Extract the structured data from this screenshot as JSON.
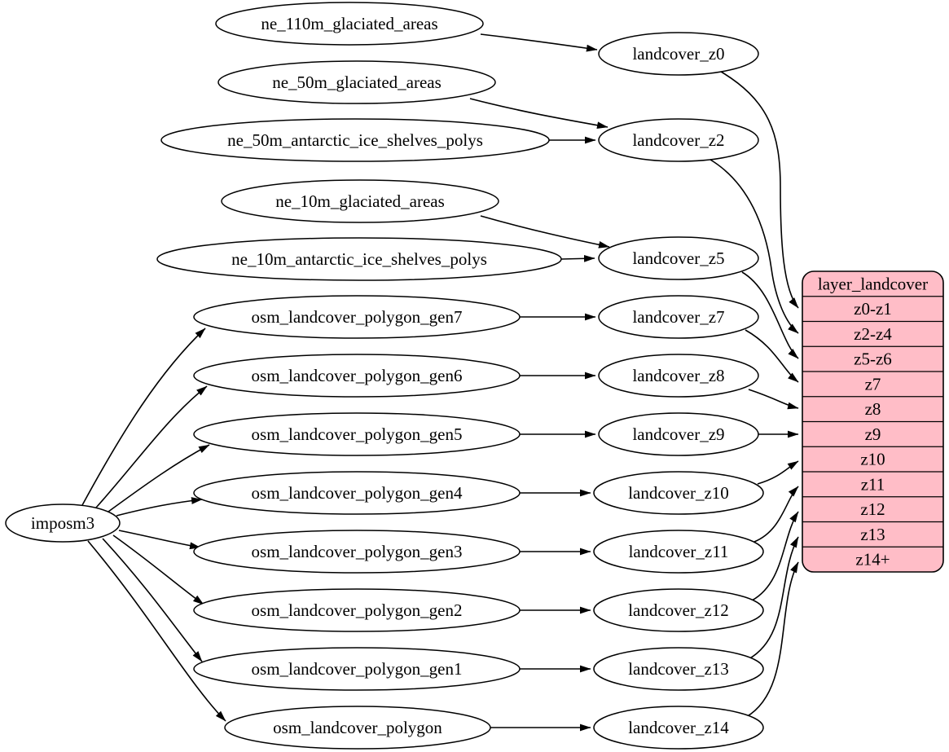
{
  "colors": {
    "background": "#ffffff",
    "node_fill": "#ffffff",
    "stroke": "#000000",
    "table_fill": "#ffbdc7",
    "edge_color": "#000000"
  },
  "nodes": {
    "imposm3": {
      "label": "imposm3"
    },
    "ne_110m_glaciated_areas": {
      "label": "ne_110m_glaciated_areas"
    },
    "ne_50m_glaciated_areas": {
      "label": "ne_50m_glaciated_areas"
    },
    "ne_50m_antarctic_ice_shelves_polys": {
      "label": "ne_50m_antarctic_ice_shelves_polys"
    },
    "ne_10m_glaciated_areas": {
      "label": "ne_10m_glaciated_areas"
    },
    "ne_10m_antarctic_ice_shelves_polys": {
      "label": "ne_10m_antarctic_ice_shelves_polys"
    },
    "osm_landcover_polygon_gen7": {
      "label": "osm_landcover_polygon_gen7"
    },
    "osm_landcover_polygon_gen6": {
      "label": "osm_landcover_polygon_gen6"
    },
    "osm_landcover_polygon_gen5": {
      "label": "osm_landcover_polygon_gen5"
    },
    "osm_landcover_polygon_gen4": {
      "label": "osm_landcover_polygon_gen4"
    },
    "osm_landcover_polygon_gen3": {
      "label": "osm_landcover_polygon_gen3"
    },
    "osm_landcover_polygon_gen2": {
      "label": "osm_landcover_polygon_gen2"
    },
    "osm_landcover_polygon_gen1": {
      "label": "osm_landcover_polygon_gen1"
    },
    "osm_landcover_polygon": {
      "label": "osm_landcover_polygon"
    },
    "landcover_z0": {
      "label": "landcover_z0"
    },
    "landcover_z2": {
      "label": "landcover_z2"
    },
    "landcover_z5": {
      "label": "landcover_z5"
    },
    "landcover_z7": {
      "label": "landcover_z7"
    },
    "landcover_z8": {
      "label": "landcover_z8"
    },
    "landcover_z9": {
      "label": "landcover_z9"
    },
    "landcover_z10": {
      "label": "landcover_z10"
    },
    "landcover_z11": {
      "label": "landcover_z11"
    },
    "landcover_z12": {
      "label": "landcover_z12"
    },
    "landcover_z13": {
      "label": "landcover_z13"
    },
    "landcover_z14": {
      "label": "landcover_z14"
    }
  },
  "table": {
    "title": "layer_landcover",
    "rows": [
      "z0-z1",
      "z2-z4",
      "z5-z6",
      "z7",
      "z8",
      "z9",
      "z10",
      "z11",
      "z12",
      "z13",
      "z14+"
    ]
  },
  "edges": [
    [
      "imposm3",
      "osm_landcover_polygon_gen7"
    ],
    [
      "imposm3",
      "osm_landcover_polygon_gen6"
    ],
    [
      "imposm3",
      "osm_landcover_polygon_gen5"
    ],
    [
      "imposm3",
      "osm_landcover_polygon_gen4"
    ],
    [
      "imposm3",
      "osm_landcover_polygon_gen3"
    ],
    [
      "imposm3",
      "osm_landcover_polygon_gen2"
    ],
    [
      "imposm3",
      "osm_landcover_polygon_gen1"
    ],
    [
      "imposm3",
      "osm_landcover_polygon"
    ],
    [
      "ne_110m_glaciated_areas",
      "landcover_z0"
    ],
    [
      "ne_50m_glaciated_areas",
      "landcover_z2"
    ],
    [
      "ne_50m_antarctic_ice_shelves_polys",
      "landcover_z2"
    ],
    [
      "ne_10m_glaciated_areas",
      "landcover_z5"
    ],
    [
      "ne_10m_antarctic_ice_shelves_polys",
      "landcover_z5"
    ],
    [
      "osm_landcover_polygon_gen7",
      "landcover_z7"
    ],
    [
      "osm_landcover_polygon_gen6",
      "landcover_z8"
    ],
    [
      "osm_landcover_polygon_gen5",
      "landcover_z9"
    ],
    [
      "osm_landcover_polygon_gen4",
      "landcover_z10"
    ],
    [
      "osm_landcover_polygon_gen3",
      "landcover_z11"
    ],
    [
      "osm_landcover_polygon_gen2",
      "landcover_z12"
    ],
    [
      "osm_landcover_polygon_gen1",
      "landcover_z13"
    ],
    [
      "osm_landcover_polygon",
      "landcover_z14"
    ],
    [
      "landcover_z0",
      "layer_landcover:z0-z1"
    ],
    [
      "landcover_z2",
      "layer_landcover:z2-z4"
    ],
    [
      "landcover_z5",
      "layer_landcover:z5-z6"
    ],
    [
      "landcover_z7",
      "layer_landcover:z7"
    ],
    [
      "landcover_z8",
      "layer_landcover:z8"
    ],
    [
      "landcover_z9",
      "layer_landcover:z9"
    ],
    [
      "landcover_z10",
      "layer_landcover:z10"
    ],
    [
      "landcover_z11",
      "layer_landcover:z11"
    ],
    [
      "landcover_z12",
      "layer_landcover:z12"
    ],
    [
      "landcover_z13",
      "layer_landcover:z13"
    ],
    [
      "landcover_z14",
      "layer_landcover:z14+"
    ]
  ]
}
